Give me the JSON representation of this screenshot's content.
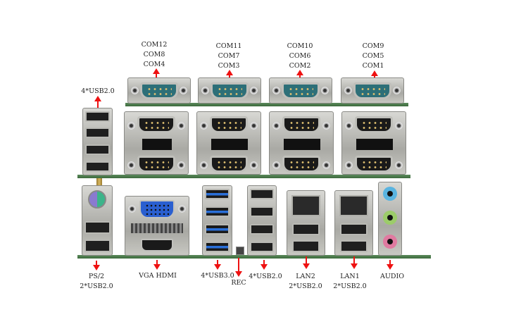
{
  "title": "I/O panel port layout",
  "labels": {
    "com_group_1": [
      "COM12",
      "COM8",
      "COM4"
    ],
    "com_group_2": [
      "COM11",
      "COM7",
      "COM3"
    ],
    "com_group_3": [
      "COM10",
      "COM6",
      "COM2"
    ],
    "com_group_4": [
      "COM9",
      "COM5",
      "COM1"
    ],
    "top_usb": "4*USB2.0",
    "ps2_line1": "PS/2",
    "ps2_line2": "2*USB2.0",
    "vga_hdmi": "VGA HDMI",
    "usb3": "4*USB3.0",
    "rec": "REC",
    "bottom_usb": "4*USB2.0",
    "lan2_line1": "LAN2",
    "lan2_line2": "2*USB2.0",
    "lan1_line1": "LAN1",
    "lan1_line2": "2*USB2.0",
    "audio": "AUDIO"
  },
  "colors": {
    "arrow": "#ee1111",
    "pcb": "#4a7a4a",
    "com_teal": "#2d6f78",
    "vga_blue": "#2a5fd0",
    "usb3_blue": "#2a6fd8",
    "audio_blue": "#5ab4e0",
    "audio_green": "#9ccc6a",
    "audio_pink": "#e07aa0"
  }
}
